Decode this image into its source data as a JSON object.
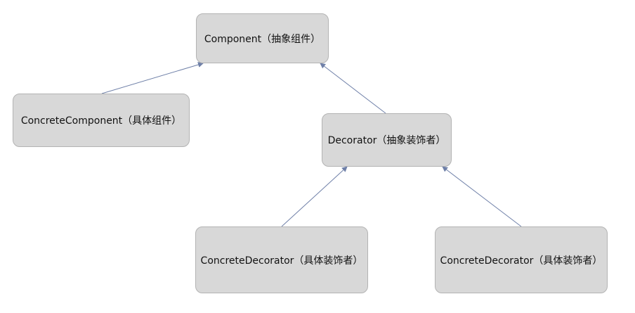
{
  "diagram": {
    "nodes": {
      "component": {
        "label": "Component（抽象组件）"
      },
      "concrete_component": {
        "label": "ConcreteComponent（具体组件）"
      },
      "decorator": {
        "label": "Decorator（抽象装饰者）"
      },
      "concrete_decorator_1": {
        "label": "ConcreteDecorator（具体装饰者）"
      },
      "concrete_decorator_2": {
        "label": "ConcreteDecorator（具体装饰者）"
      }
    },
    "edges": [
      {
        "from": "concrete_component",
        "to": "component"
      },
      {
        "from": "decorator",
        "to": "component"
      },
      {
        "from": "concrete_decorator_1",
        "to": "decorator"
      },
      {
        "from": "concrete_decorator_2",
        "to": "decorator"
      }
    ],
    "colors": {
      "node_fill": "#d8d8d8",
      "node_border": "#b3b3b3",
      "edge": "#6f80a8",
      "text": "#111111"
    }
  }
}
